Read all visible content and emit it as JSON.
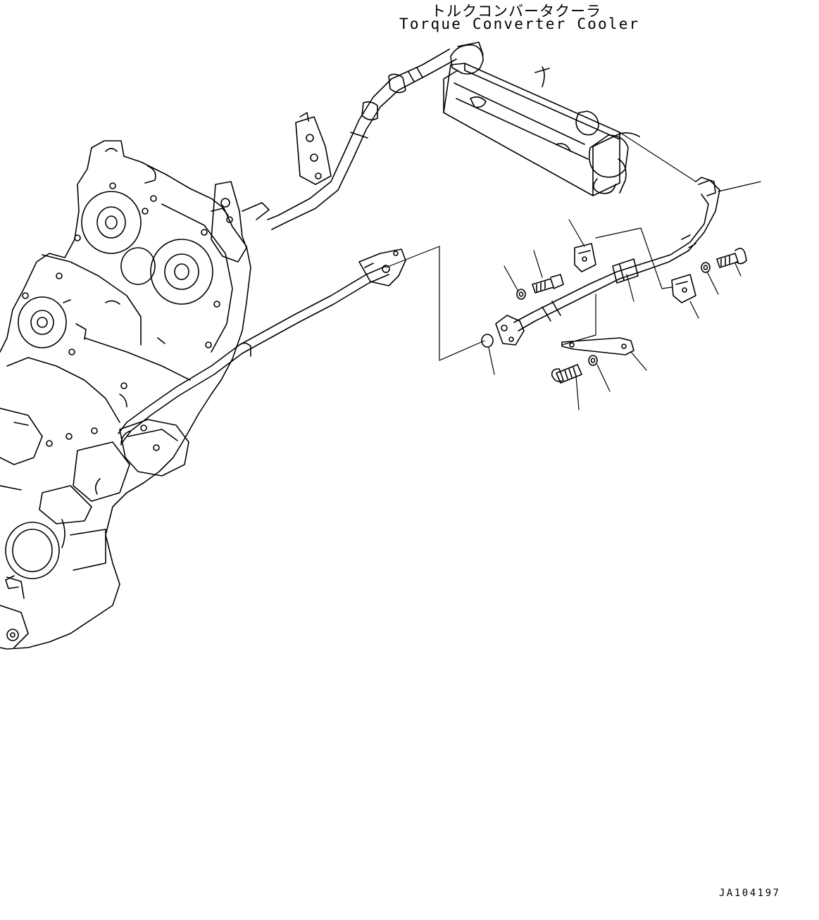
{
  "header": {
    "title_jp": "トルクコンバータクーラ",
    "title_en": "Torque Converter Cooler"
  },
  "footer": {
    "drawing_number": "JA104197"
  },
  "colors": {
    "line": "#000000",
    "background": "#ffffff"
  }
}
